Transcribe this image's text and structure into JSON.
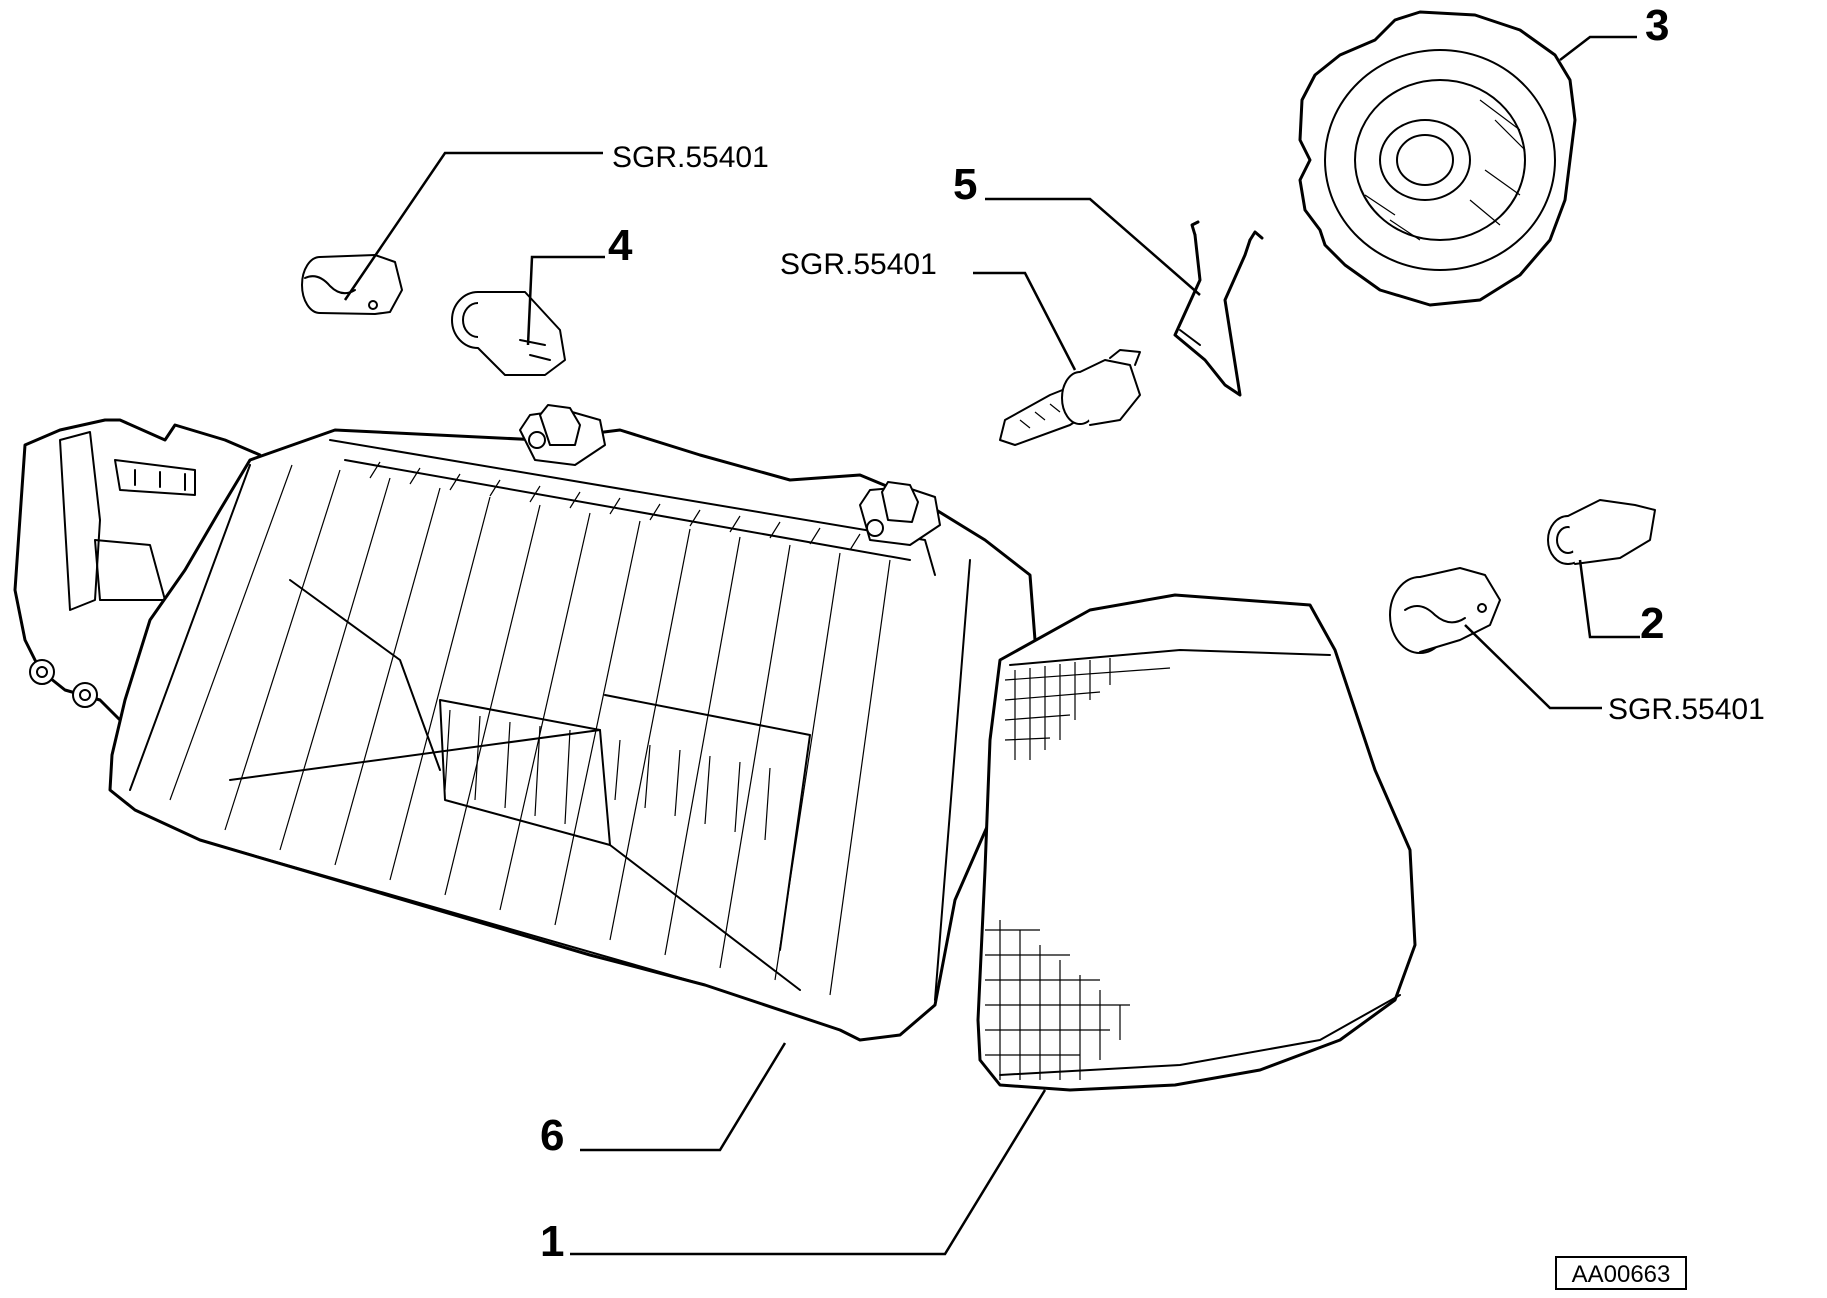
{
  "diagram": {
    "callouts": {
      "c1": "1",
      "c2": "2",
      "c3": "3",
      "c4": "4",
      "c5": "5",
      "c6": "6"
    },
    "references": {
      "bulb_top_left": "SGR.55401",
      "bulb_center": "SGR.55401",
      "bulb_right": "SGR.55401"
    },
    "drawing_code": "AA00663"
  }
}
